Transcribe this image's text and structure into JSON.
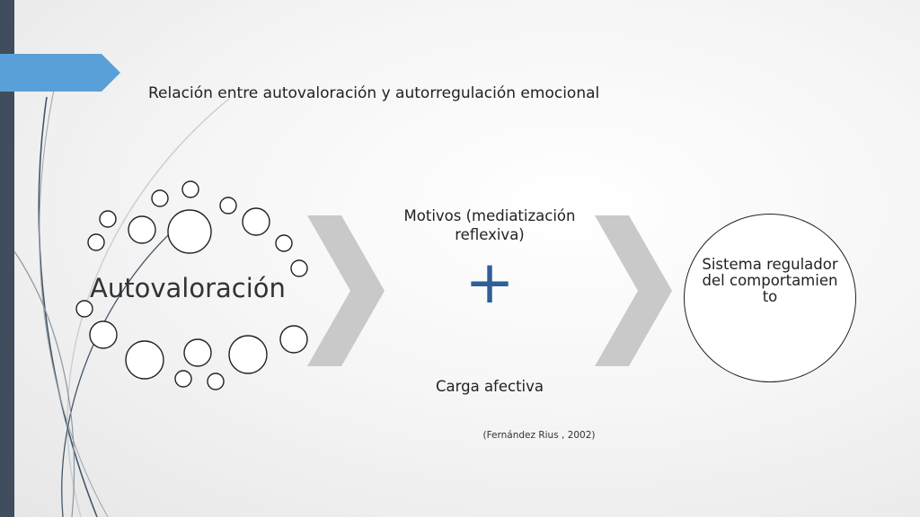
{
  "slide": {
    "title": "Relación entre autovaloración y autorregulación emocional",
    "autovaloracion": "Autovaloración",
    "motivos": "Motivos (mediatización reflexiva)",
    "plus": "+",
    "carga": "Carga afectiva",
    "sistema": "Sistema regulador del comportamiento",
    "citation": "(Fernández Rius , 2002)"
  },
  "colors": {
    "sidebar": "#3f4d5c",
    "tab": "#5aa0d8",
    "plus": "#2f5f98",
    "chevron": "#c9c9c9",
    "curves": "#44566a"
  },
  "icons": {
    "chevron_left": "chevron-right-icon",
    "chevron_right": "chevron-right-icon",
    "plus": "plus-icon"
  }
}
